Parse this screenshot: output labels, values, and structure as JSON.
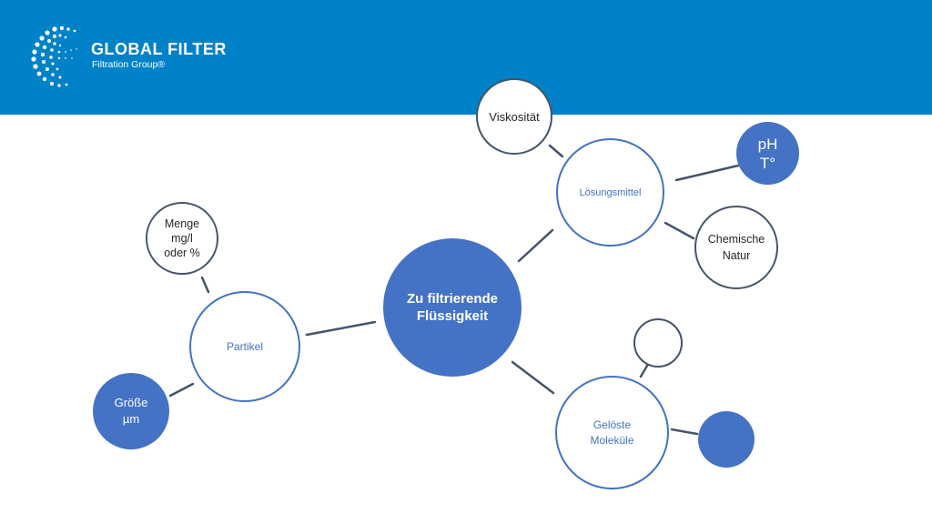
{
  "header": {
    "logo_title": "GLOBAL FILTER",
    "logo_subtitle": "Filtration Group®"
  },
  "colors": {
    "header_blue": "#0082c8",
    "node_blue": "#4472c4",
    "line_gray": "#44546a"
  },
  "nodes": {
    "center": "Zu filtrierende\nFlüssigkeit",
    "partikel": "Partikel",
    "menge": "Menge\nmg/l\noder %",
    "groesse": "Größe\nµm",
    "loesungsmittel": "Lösungsmittel",
    "viskositaet": "Viskosität",
    "ph": "pH\nT°",
    "chemische": "Chemische\nNatur",
    "geloeste": "Gelöste\nMoleküle",
    "empty_top": "",
    "empty_blue": ""
  }
}
